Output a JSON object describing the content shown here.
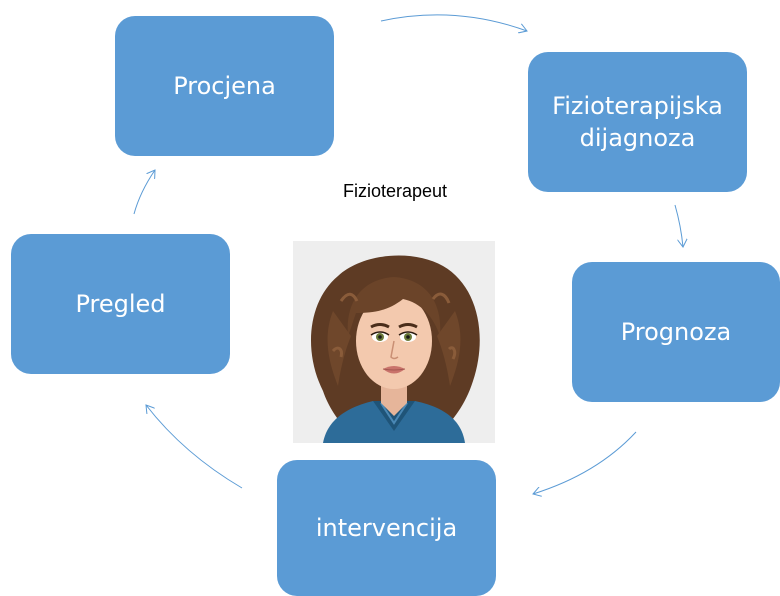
{
  "center": {
    "title": "Fizioterapeut"
  },
  "steps": [
    {
      "label": "Procjena"
    },
    {
      "label": "Fizioterapijska\ndijagnoza"
    },
    {
      "label": "Prognoza"
    },
    {
      "label": "intervencija"
    },
    {
      "label": "Pregled"
    }
  ],
  "colors": {
    "box_fill": "#5b9bd5",
    "box_text": "#ffffff",
    "arrow": "#5b9bd5"
  },
  "portrait": {
    "icon": "woman-avatar-illustration"
  }
}
